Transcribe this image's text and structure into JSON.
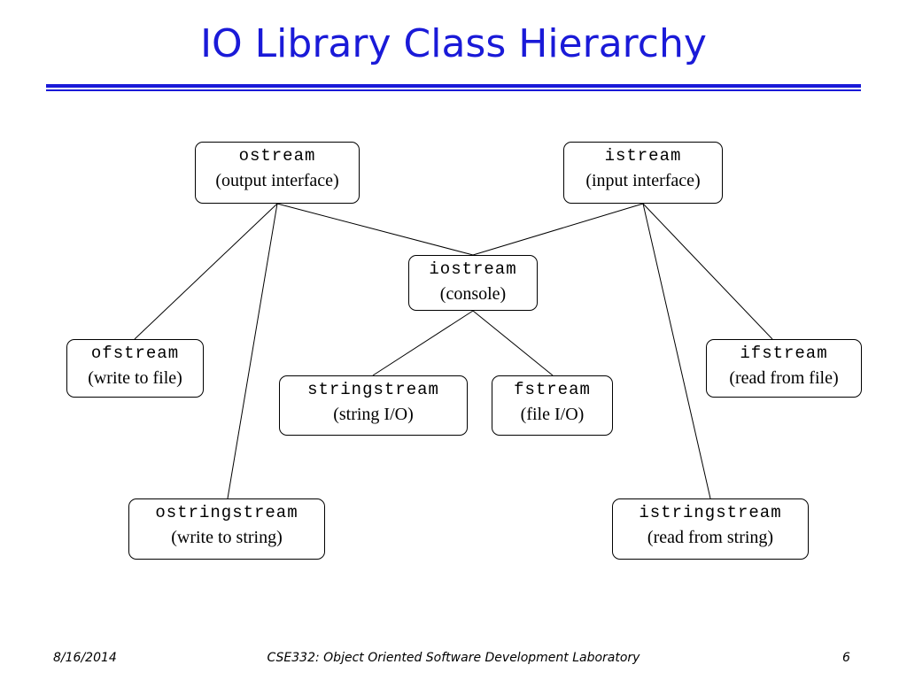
{
  "title": "IO Library Class Hierarchy",
  "colors": {
    "accent": "#1a1ad8",
    "line": "#000000",
    "text": "#000000"
  },
  "nodes": {
    "ostream": {
      "name": "ostream",
      "desc": "(output interface)"
    },
    "istream": {
      "name": "istream",
      "desc": "(input interface)"
    },
    "iostream": {
      "name": "iostream",
      "desc": "(console)"
    },
    "ofstream": {
      "name": "ofstream",
      "desc": "(write to file)"
    },
    "ifstream": {
      "name": "ifstream",
      "desc": "(read from file)"
    },
    "stringstream": {
      "name": "stringstream",
      "desc": "(string I/O)"
    },
    "fstream": {
      "name": "fstream",
      "desc": "(file I/O)"
    },
    "ostringstream": {
      "name": "ostringstream",
      "desc": "(write to string)"
    },
    "istringstream": {
      "name": "istringstream",
      "desc": "(read from string)"
    }
  },
  "edges": [
    [
      "ostream",
      "iostream"
    ],
    [
      "istream",
      "iostream"
    ],
    [
      "ostream",
      "ofstream"
    ],
    [
      "ostream",
      "ostringstream"
    ],
    [
      "istream",
      "ifstream"
    ],
    [
      "istream",
      "istringstream"
    ],
    [
      "iostream",
      "stringstream"
    ],
    [
      "iostream",
      "fstream"
    ]
  ],
  "footer": {
    "date": "8/16/2014",
    "course": "CSE332: Object Oriented Software Development Laboratory",
    "page": "6"
  }
}
